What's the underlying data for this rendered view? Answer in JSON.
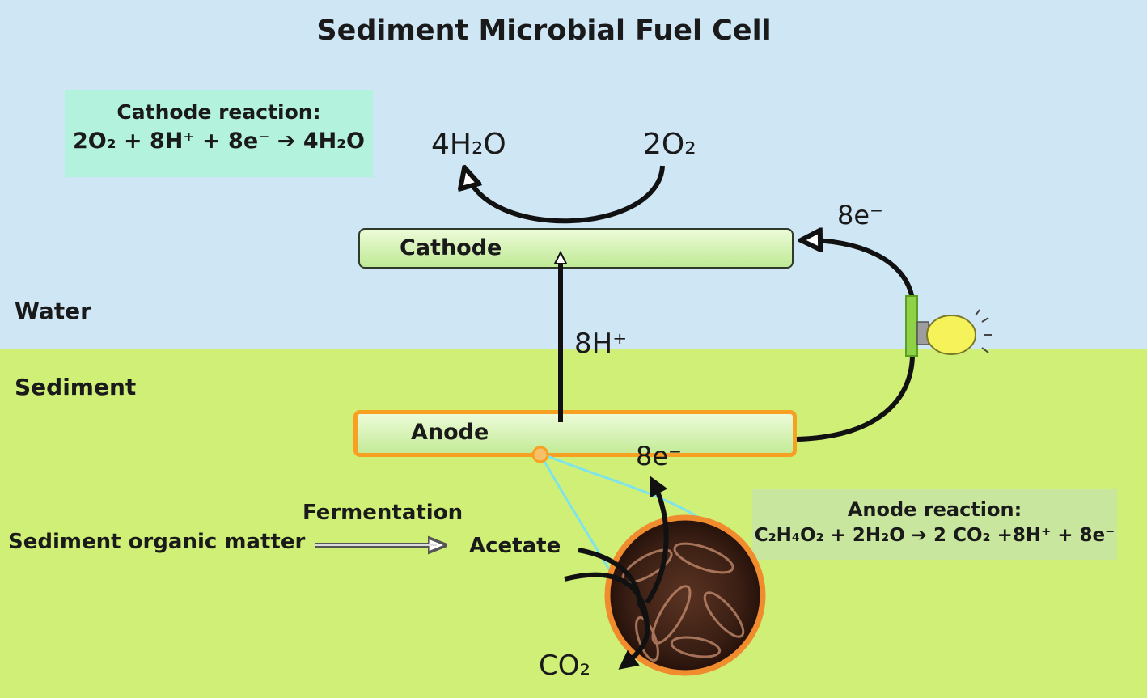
{
  "title": "Sediment Microbial Fuel Cell",
  "zones": {
    "water_label": "Water",
    "sediment_label": "Sediment",
    "water_color": "#cfe6f5",
    "sediment_color": "#cfef77"
  },
  "cathode_reaction": {
    "title": "Cathode reaction:",
    "equation": "2O₂ + 8H⁺ + 8e⁻ ➔ 4H₂O",
    "box_color": "#b3f2dd"
  },
  "anode_reaction": {
    "title": "Anode reaction:",
    "equation": "C₂H₄O₂ + 2H₂O ➔ 2 CO₂ +8H⁺ + 8e⁻",
    "box_color": "#c8e69e"
  },
  "electrodes": {
    "cathode": "Cathode",
    "anode": "Anode",
    "anode_border_color": "#f7a021"
  },
  "species": {
    "water_product": "4H₂O",
    "oxygen": "2O₂",
    "electrons_top": "8e⁻",
    "protons": "8H⁺",
    "electrons_bottom": "8e⁻",
    "co2": "CO₂"
  },
  "process": {
    "source": "Sediment organic matter",
    "step": "Fermentation",
    "product": "Acetate"
  },
  "icons": [
    "light-bulb-icon",
    "bacteria-image"
  ]
}
